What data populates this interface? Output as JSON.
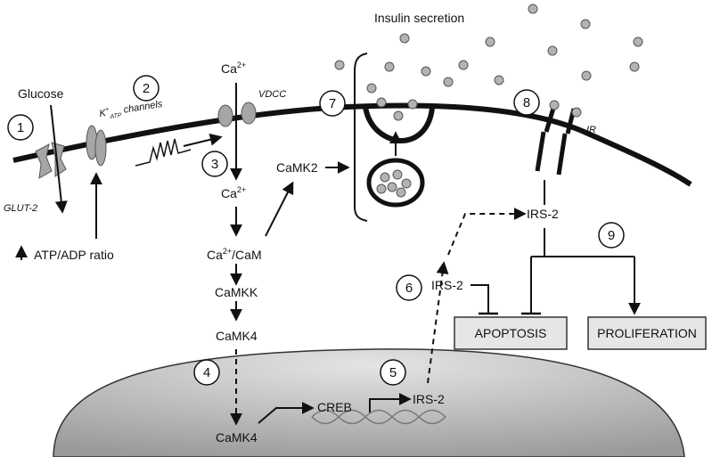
{
  "labels": {
    "insulin_secretion": "Insulin secretion",
    "glucose": "Glucose",
    "glut2": "GLUT-2",
    "katp_k": "K",
    "katp_plus": "+",
    "katp_atp": "ATP",
    "katp_channels": "channels",
    "vdcc": "VDCC",
    "ca_label": "Ca",
    "ca_sup": "2+",
    "cam_suffix": "/CaM",
    "atp_adp_ratio": "ATP/ADP ratio",
    "camk2": "CaMK2",
    "camkk": "CaMKK",
    "camk4": "CaMK4",
    "creb": "CREB",
    "irs2": "IRS-2",
    "ir": "IR",
    "apoptosis": "APOPTOSIS",
    "proliferation": "PROLIFERATION"
  },
  "steps": [
    "1",
    "2",
    "3",
    "4",
    "5",
    "6",
    "7",
    "8",
    "9"
  ],
  "colors": {
    "membrane": "#111111",
    "channel_fill": "#a6a6a6",
    "granule_fill": "#b3b3b3",
    "nucleus_fill": "#cccccc",
    "box_fill": "#e6e6e6"
  }
}
